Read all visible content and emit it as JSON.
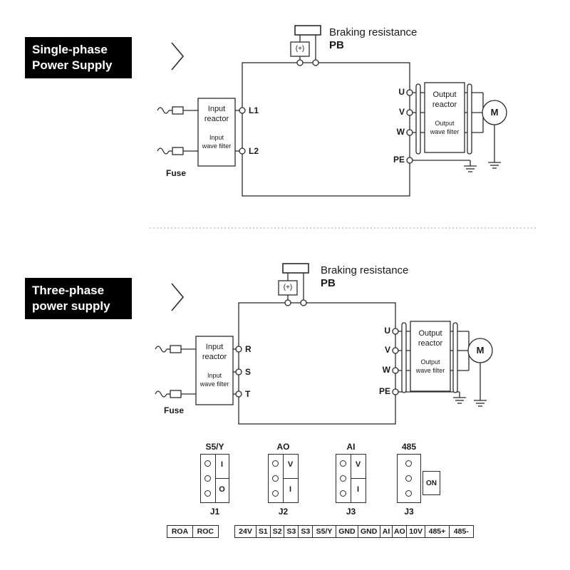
{
  "single": {
    "title_line1": "Single-phase",
    "title_line2": "Power Supply",
    "braking": "Braking resistance",
    "pb": "PB",
    "plus": "(+)",
    "reactor_line1": "Input",
    "reactor_line2": "reactor",
    "filter_line1": "Input",
    "filter_line2": "wave filter",
    "fuse": "Fuse",
    "in": [
      "L1",
      "L2"
    ],
    "out": [
      "U",
      "V",
      "W",
      "PE"
    ],
    "oreactor_line1": "Output",
    "oreactor_line2": "reactor",
    "ofilter_line1": "Output",
    "ofilter_line2": "wave filter",
    "motor": "M"
  },
  "three": {
    "title_line1": "Three-phase",
    "title_line2": "power supply",
    "braking": "Braking resistance",
    "pb": "PB",
    "plus": "(+)",
    "reactor_line1": "Input",
    "reactor_line2": "reactor",
    "filter_line1": "Input",
    "filter_line2": "wave filter",
    "fuse": "Fuse",
    "in": [
      "R",
      "S",
      "T"
    ],
    "out": [
      "U",
      "V",
      "W",
      "PE"
    ],
    "oreactor_line1": "Output",
    "oreactor_line2": "reactor",
    "ofilter_line1": "Output",
    "ofilter_line2": "wave filter",
    "motor": "M"
  },
  "jumpers": {
    "j1": {
      "title": "S5/Y",
      "name": "J1",
      "top": "I",
      "bottom": "O"
    },
    "j2": {
      "title": "AO",
      "name": "J2",
      "top": "V",
      "bottom": "I"
    },
    "j3": {
      "title": "AI",
      "name": "J3",
      "top": "V",
      "bottom": "I"
    },
    "j485": {
      "title": "485",
      "name": "J3",
      "switch": "ON"
    }
  },
  "strip": {
    "relay": [
      "ROA",
      "ROC"
    ],
    "main": [
      "24V",
      "S1",
      "S2",
      "S3",
      "S3",
      "S5/Y",
      "GND",
      "GND",
      "AI",
      "AO",
      "10V",
      "485+",
      "485-"
    ]
  },
  "colors": {
    "line": "#2b2b2b",
    "label_bg": "#000000",
    "label_fg": "#ffffff"
  }
}
